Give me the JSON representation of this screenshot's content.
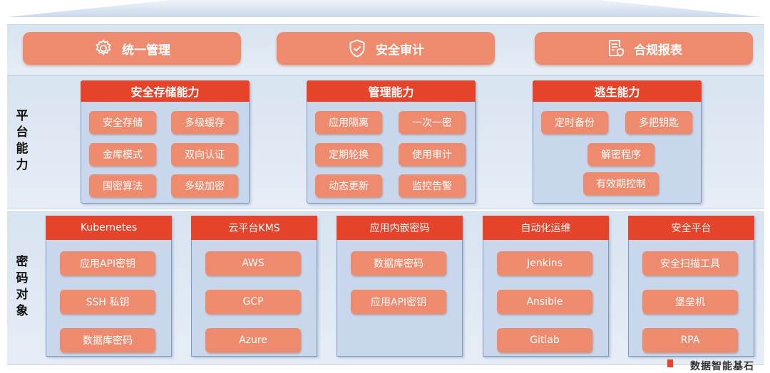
{
  "top_bar": [
    {
      "label": "统一管理",
      "icon": "gear-icon"
    },
    {
      "label": "安全审计",
      "icon": "shield-check-icon"
    },
    {
      "label": "合规报表",
      "icon": "report-icon"
    }
  ],
  "platform": {
    "side_label": "平\n台\n能\n力",
    "groups": [
      {
        "title": "安全存储能力",
        "items": [
          "安全存储",
          "多级缓存",
          "金库模式",
          "双向认证",
          "国密算法",
          "多级加密"
        ]
      },
      {
        "title": "管理能力",
        "items": [
          "应用隔离",
          "一次一密",
          "定期轮换",
          "使用审计",
          "动态更新",
          "监控告警"
        ]
      },
      {
        "title": "逃生能力",
        "items": [
          "定时备份",
          "多把钥匙",
          "解密程序",
          "有效期控制"
        ]
      }
    ]
  },
  "objects": {
    "side_label": "密\n码\n对\n象",
    "groups": [
      {
        "title": "Kubernetes",
        "items": [
          "应用API密钥",
          "SSH 私钥",
          "数据库密码"
        ]
      },
      {
        "title": "云平台KMS",
        "items": [
          "AWS",
          "GCP",
          "Azure"
        ]
      },
      {
        "title": "应用内嵌密码",
        "items": [
          "数据库密码",
          "应用API密钥"
        ]
      },
      {
        "title": "自动化运维",
        "items": [
          "Jenkins",
          "Ansible",
          "Gitlab"
        ]
      },
      {
        "title": "安全平台",
        "items": [
          "安全扫描工具",
          "堡垒机",
          "RPA"
        ]
      }
    ]
  },
  "watermark": "数据智能基石"
}
